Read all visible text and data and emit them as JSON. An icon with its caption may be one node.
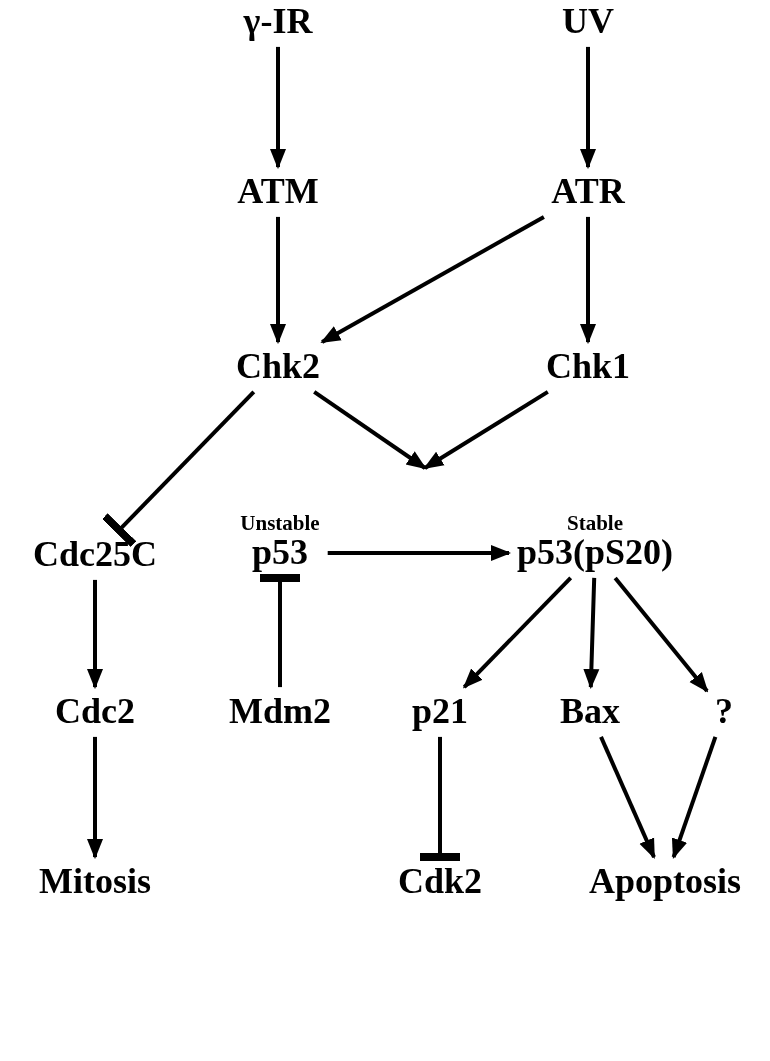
{
  "diagram": {
    "nodes": [
      {
        "text": [
          "γ-IR"
        ]
      },
      {
        "text": [
          "UV"
        ]
      },
      {
        "text": [
          "ATM"
        ]
      },
      {
        "text": [
          "ATR"
        ]
      },
      {
        "text": [
          "Chk2"
        ]
      },
      {
        "text": [
          "Chk1"
        ]
      },
      {
        "text": [
          "Cdc25C"
        ]
      },
      {
        "text": [
          "Unstable",
          "p53"
        ]
      },
      {
        "text": [
          "Stable",
          "p53(pS20)"
        ]
      },
      {
        "text": [
          "Cdc2"
        ]
      },
      {
        "text": [
          "Mdm2"
        ]
      },
      {
        "text": [
          "p21"
        ]
      },
      {
        "text": [
          "Bax"
        ]
      },
      {
        "text": [
          "?"
        ]
      },
      {
        "text": [
          "Mitosis"
        ]
      },
      {
        "text": [
          "Cdk2"
        ]
      },
      {
        "text": [
          "Apoptosis"
        ]
      }
    ],
    "edges": [
      {
        "from": 0,
        "to": 2,
        "arrow": "to"
      },
      {
        "from": 1,
        "to": 3,
        "arrow": "to"
      },
      {
        "from": 2,
        "to": 4,
        "arrow": "to"
      },
      {
        "from": 3,
        "to": 4,
        "arrow": "to"
      },
      {
        "from": 3,
        "to": 5,
        "arrow": "to"
      },
      {
        "from": 4,
        "to": 6,
        "arrow": "other"
      },
      {
        "from": 4,
        "to": null,
        "arrow": "to"
      },
      {
        "from": 5,
        "to": null,
        "arrow": "to"
      },
      {
        "from": 7,
        "to": 8,
        "arrow": "to"
      },
      {
        "from": 10,
        "to": 7,
        "arrow": "other"
      },
      {
        "from": 6,
        "to": 9,
        "arrow": "to"
      },
      {
        "from": 9,
        "to": 14,
        "arrow": "to"
      },
      {
        "from": 8,
        "to": 11,
        "arrow": "to"
      },
      {
        "from": 8,
        "to": 12,
        "arrow": "to"
      },
      {
        "from": 8,
        "to": 13,
        "arrow": "to"
      },
      {
        "from": 11,
        "to": 15,
        "arrow": "other"
      },
      {
        "from": 12,
        "to": 16,
        "arrow": "to"
      },
      {
        "from": 13,
        "to": 16,
        "arrow": "to"
      }
    ]
  }
}
